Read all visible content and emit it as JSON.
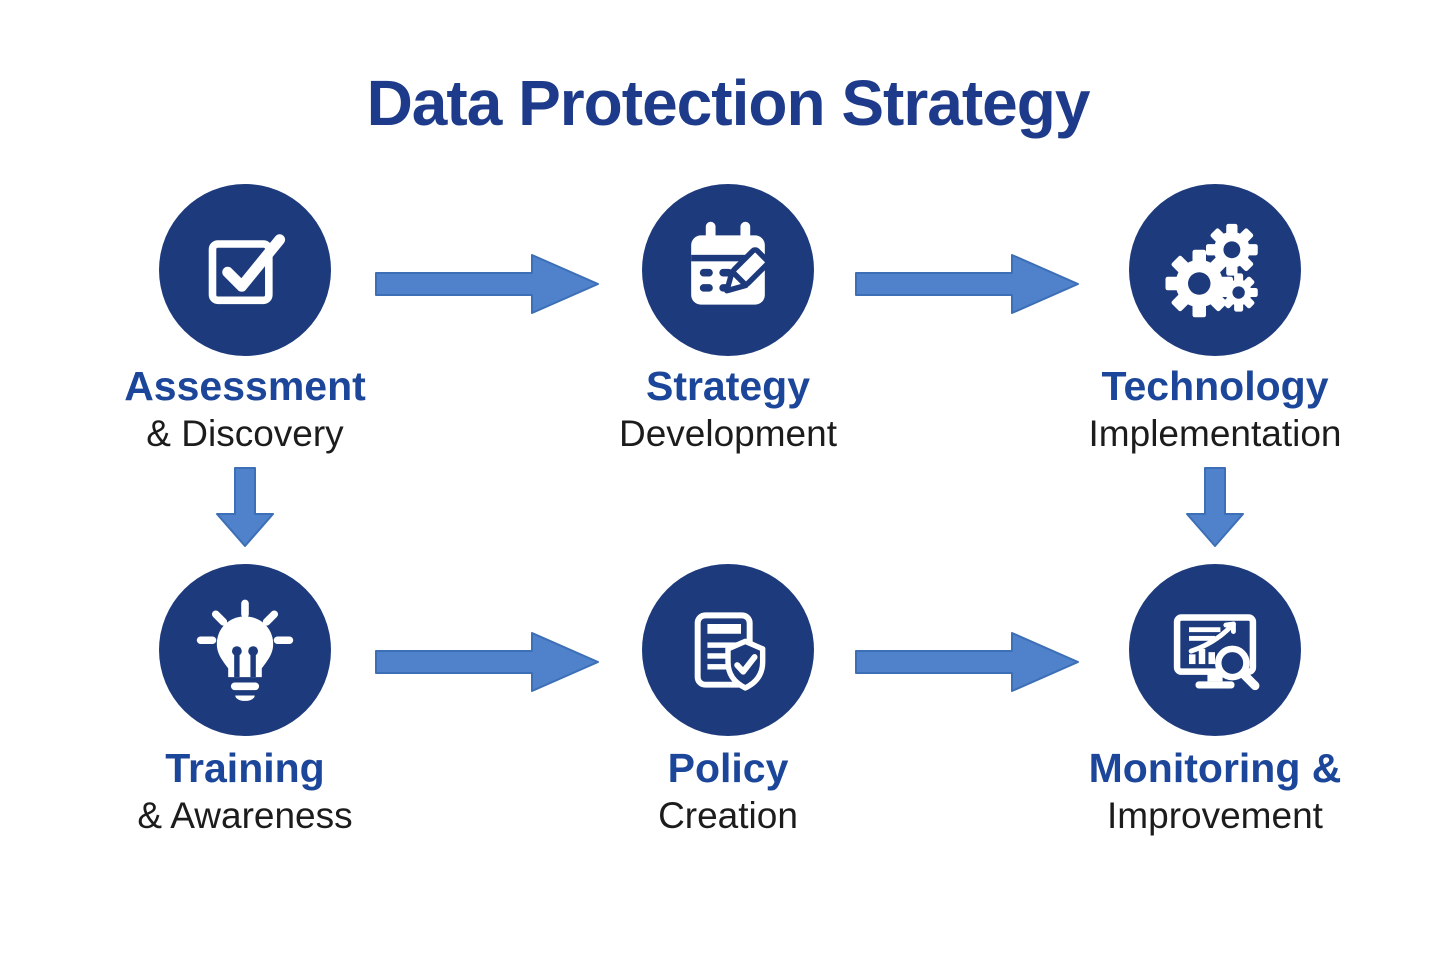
{
  "title": "Data Protection Strategy",
  "colors": {
    "circle": "#1c3a7c",
    "title_text": "#1e3a8a",
    "label_bold_blue": "#1c4699",
    "label_regular_dark": "#1c1c1c",
    "arrow_fill": "#4f82cb",
    "arrow_stroke": "#3d6fb6",
    "background": "#ffffff",
    "icon_color": "#ffffff"
  },
  "nodes": [
    {
      "id": "assessment",
      "line1": "Assessment",
      "line2": "& Discovery",
      "icon": "checkbox-icon"
    },
    {
      "id": "strategy",
      "line1": "Strategy",
      "line2": "Development",
      "icon": "calendar-edit-icon"
    },
    {
      "id": "technology",
      "line1": "Technology",
      "line2": "Implementation",
      "icon": "gears-icon"
    },
    {
      "id": "training",
      "line1": "Training",
      "line2": "& Awareness",
      "icon": "lightbulb-icon"
    },
    {
      "id": "policy",
      "line1": "Policy",
      "line2": "Creation",
      "icon": "document-shield-icon"
    },
    {
      "id": "monitoring",
      "line1": "Monitoring &",
      "line2": "Improvement",
      "icon": "monitor-analytics-icon"
    }
  ],
  "connections": [
    {
      "from": "assessment",
      "to": "strategy",
      "direction": "right"
    },
    {
      "from": "strategy",
      "to": "technology",
      "direction": "right"
    },
    {
      "from": "assessment",
      "to": "training",
      "direction": "down"
    },
    {
      "from": "technology",
      "to": "monitoring",
      "direction": "down"
    },
    {
      "from": "training",
      "to": "policy",
      "direction": "right"
    },
    {
      "from": "policy",
      "to": "monitoring",
      "direction": "right"
    }
  ]
}
